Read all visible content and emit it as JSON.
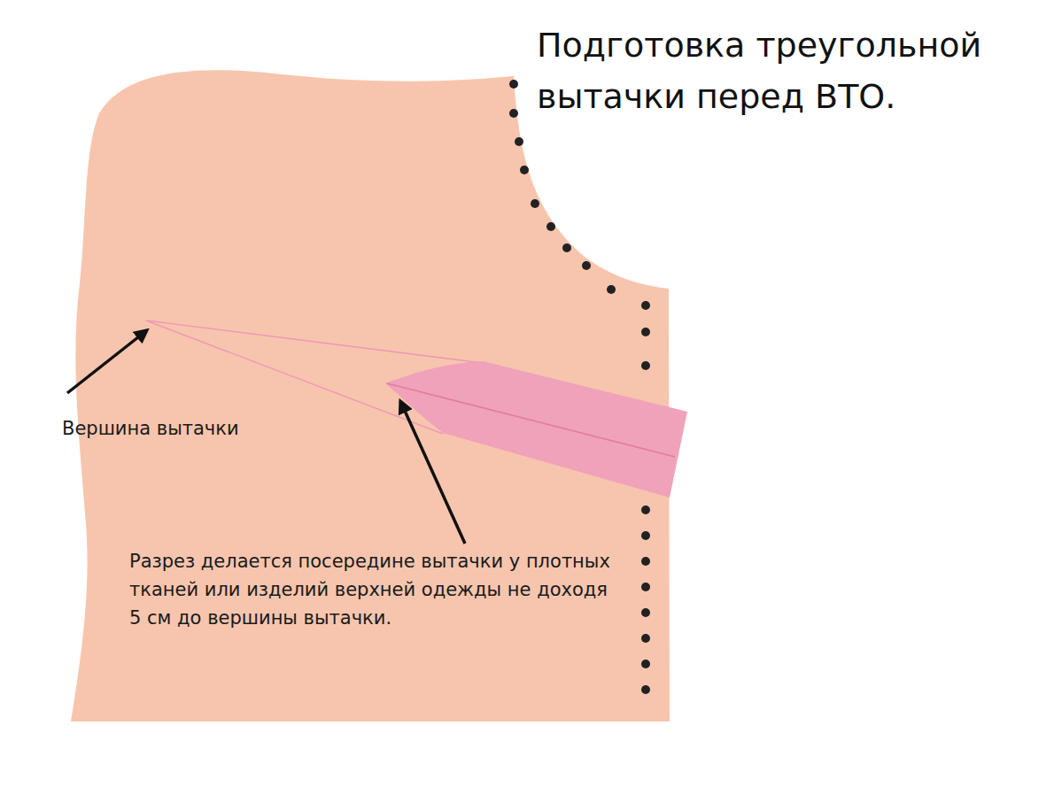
{
  "diagram": {
    "title": "Подготовка треугольной вытачки перед ВТО.",
    "labels": [
      "Вершина вытачки",
      "Разрез делается посередине вытачки у плотных тканей или изделий верхней одежды не доходя 5 см до вершины вытачки."
    ]
  }
}
